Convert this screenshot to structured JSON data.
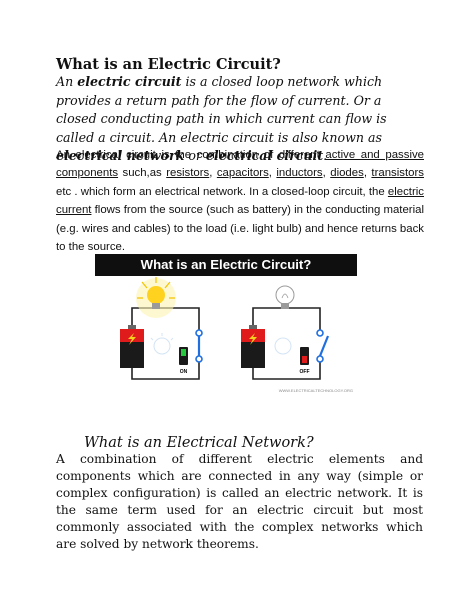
{
  "heading1": "What is an Electric Circuit?",
  "intro": {
    "p1": "An ",
    "term1": "electric circuit",
    "p2": " is a closed loop network which provides a return path for the flow of current. Or a closed conducting path in which current can flow is called a circuit. An electric circuit is also known as ",
    "term2": "electrical network",
    "p3": " or ",
    "term3": "electrical circuit",
    "p4": "."
  },
  "paragraph": {
    "t1": "An electrical circuit is the combination of different ",
    "l1": "active and passive components",
    "t2": " such,as ",
    "l2": "resistors",
    "t3": ", ",
    "l3": "capacitors",
    "t4": ", ",
    "l4": "inductors",
    "t5": ", ",
    "l5": "diodes",
    "t6": ", ",
    "l6": "transistors",
    "t7": " etc . which form an electrical network. In a closed-loop circuit, the ",
    "l7": "electric current",
    "t8": " flows from the source (such as battery) in the conducting material (e.g. wires and cables) to the load (i.e. light bulb) and hence returns back to the source."
  },
  "figure": {
    "banner": "What is an Electric Circuit?",
    "on_label": "ON",
    "off_label": "OFF",
    "credit": "WWW.ELECTRICALTECHNOLOGY.ORG"
  },
  "heading2": "What is an Electrical Network?",
  "paragraph2": "A combination of different electric elements and components which are connected in any way (simple or complex configuration) is called an electric network. It is the same term used for an electric circuit but most commonly associated with the complex networks which are solved by network theorems."
}
